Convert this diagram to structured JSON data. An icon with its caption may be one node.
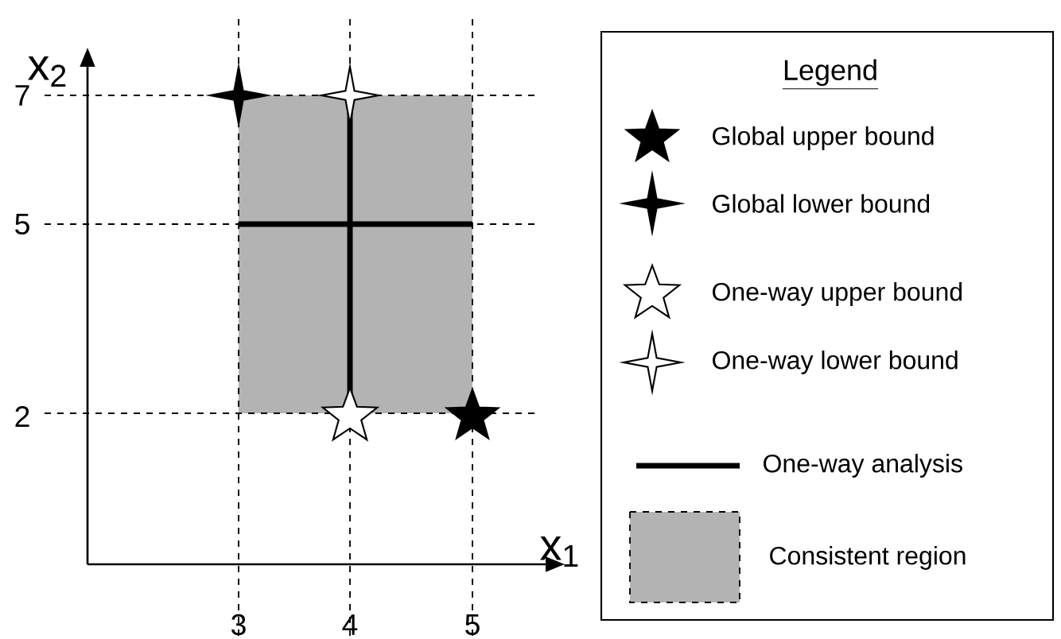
{
  "diagram": {
    "labels": [
      "x$_{2}$",
      "7",
      "5",
      "2",
      "x$_{1}$",
      "3",
      "4",
      "5",
      "Legend"
    ],
    "legend": [
      {
        "text": "Global upper bound"
      },
      {
        "text": "Global lower bound"
      },
      {
        "text": "One-way upper bound"
      },
      {
        "text": "One-way lower bound"
      },
      {
        "text": "One-way analysis"
      },
      {
        "text": "Consistent region",
        "color": "#b3b3b3"
      }
    ]
  }
}
